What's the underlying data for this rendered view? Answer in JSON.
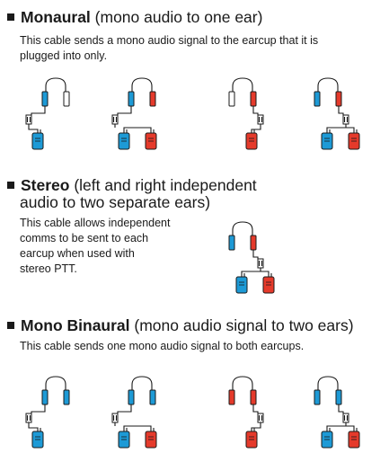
{
  "colors": {
    "blue": "#1d9ad6",
    "red": "#e53a2b",
    "white": "#ffffff",
    "ink": "#1a1a1a"
  },
  "monaural": {
    "title_bold": "Monaural",
    "title_rest": " (mono audio to one ear)",
    "description_lines": [
      "This cable sends a mono audio signal to the earcup that it is",
      "plugged into only."
    ],
    "diagrams": [
      {
        "cups": [
          "blue",
          "white"
        ],
        "side": "left",
        "radios": [
          "blue"
        ]
      },
      {
        "cups": [
          "blue",
          "red"
        ],
        "side": "left",
        "radios": [
          "blue",
          "red"
        ]
      },
      {
        "cups": [
          "white",
          "red"
        ],
        "side": "right",
        "radios": [
          "red"
        ]
      },
      {
        "cups": [
          "blue",
          "red"
        ],
        "side": "right",
        "radios": [
          "blue",
          "red"
        ]
      }
    ]
  },
  "stereo": {
    "title_bold": "Stereo",
    "title_rest": " (left and right independent",
    "title_line2": "audio to two separate ears)",
    "description_lines": [
      "This cable allows independent",
      "comms to be sent to each",
      "earcup when used with",
      "stereo PTT."
    ],
    "diagrams": [
      {
        "cups": [
          "blue",
          "red"
        ],
        "side": "right",
        "radios": [
          "blue",
          "red"
        ]
      }
    ]
  },
  "mono_binaural": {
    "title_bold": "Mono Binaural",
    "title_rest": " (mono audio signal to two ears)",
    "description_lines": [
      "This cable sends one mono audio signal to both earcups."
    ],
    "diagrams": [
      {
        "cups": [
          "blue",
          "blue"
        ],
        "side": "left",
        "radios": [
          "blue"
        ]
      },
      {
        "cups": [
          "blue",
          "blue"
        ],
        "side": "left",
        "radios": [
          "blue",
          "red"
        ]
      },
      {
        "cups": [
          "red",
          "red"
        ],
        "side": "right",
        "radios": [
          "red"
        ]
      },
      {
        "cups": [
          "blue",
          "blue"
        ],
        "side": "right",
        "radios": [
          "blue",
          "red"
        ]
      }
    ]
  }
}
